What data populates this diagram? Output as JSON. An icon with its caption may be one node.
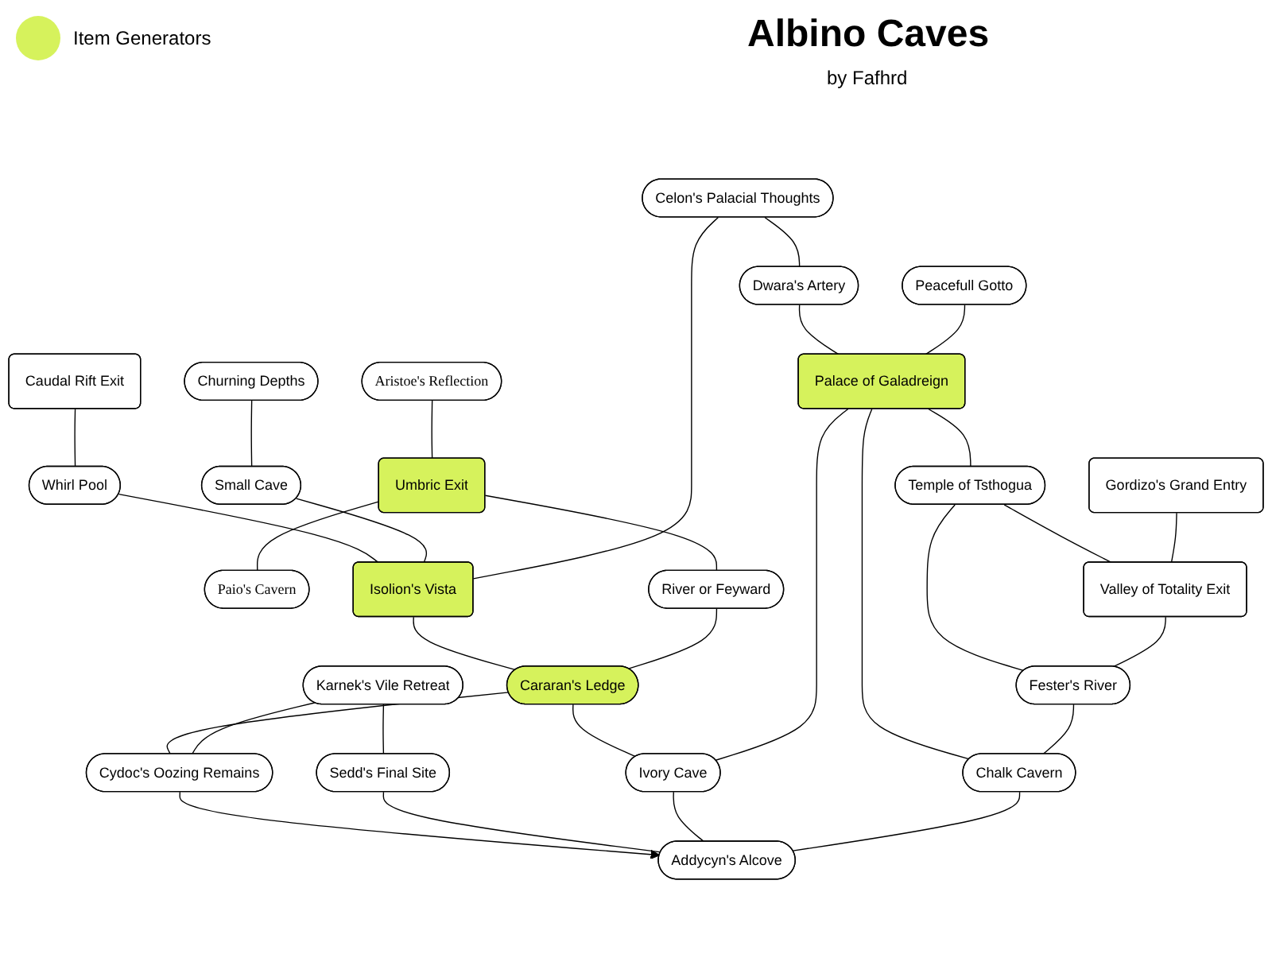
{
  "diagram": {
    "title": "Albino Caves",
    "nodes": [
      {
        "text": [
          "Caudal Rift Exit"
        ]
      },
      {
        "text": [
          "Churning Depths"
        ]
      },
      {
        "text": [
          "Whirl Pool"
        ]
      },
      {
        "text": [
          "Small Cave"
        ]
      },
      {
        "text": [
          "Aristoe's Reflection"
        ]
      },
      {
        "text": [
          "Umbric Exit"
        ]
      },
      {
        "text": [
          "Paio's Cavern"
        ]
      },
      {
        "text": [
          "Celon's Palacial Thoughts"
        ]
      },
      {
        "text": [
          "Isolion's Vista"
        ]
      },
      {
        "text": [
          "River or Feyward"
        ]
      },
      {
        "text": [
          "Karnek's Vile Retreat"
        ]
      },
      {
        "text": [
          "Cararan's Ledge"
        ]
      },
      {
        "text": [
          "Peacefull Gotto"
        ]
      },
      {
        "text": [
          "Dwara's Artery"
        ]
      },
      {
        "text": [
          "Cydoc's Oozing Remains"
        ]
      },
      {
        "text": [
          "Sedd's Final Site"
        ]
      },
      {
        "text": [
          "Palace of Galadreign"
        ]
      },
      {
        "text": [
          "Ivory Cave"
        ]
      },
      {
        "text": [
          "Temple of Tsthogua"
        ]
      },
      {
        "text": [
          "Addycyn's Alcove"
        ]
      },
      {
        "text": [
          "Chalk Cavern"
        ]
      },
      {
        "text": [
          "Gordizo's Grand Entry"
        ]
      },
      {
        "text": [
          "Valley of Totality Exit"
        ]
      },
      {
        "text": [
          "Fester's River"
        ]
      }
    ],
    "edges": [
      {
        "from": 0,
        "to": 2,
        "arrow": "none"
      },
      {
        "from": 1,
        "to": 3,
        "arrow": "none"
      },
      {
        "from": 2,
        "to": 8,
        "arrow": "none"
      },
      {
        "from": 3,
        "to": 8,
        "arrow": "none"
      },
      {
        "from": 4,
        "to": 5,
        "arrow": "none"
      },
      {
        "from": 5,
        "to": 6,
        "arrow": "none"
      },
      {
        "from": 5,
        "to": 9,
        "arrow": "none"
      },
      {
        "from": 7,
        "to": 8,
        "arrow": "none"
      },
      {
        "from": 8,
        "to": 11,
        "arrow": "none"
      },
      {
        "from": 9,
        "to": 11,
        "arrow": "none"
      },
      {
        "from": 7,
        "to": 13,
        "arrow": "none"
      },
      {
        "from": 11,
        "to": 14,
        "arrow": "none"
      },
      {
        "from": 11,
        "to": 17,
        "arrow": "none"
      },
      {
        "from": 10,
        "to": 14,
        "arrow": "none"
      },
      {
        "from": 10,
        "to": 15,
        "arrow": "none"
      },
      {
        "from": 14,
        "to": 19,
        "arrow": "to"
      },
      {
        "from": 15,
        "to": 19,
        "arrow": "none"
      },
      {
        "from": 13,
        "to": 16,
        "arrow": "none"
      },
      {
        "from": 12,
        "to": 16,
        "arrow": "none"
      },
      {
        "from": 16,
        "to": 17,
        "arrow": "none"
      },
      {
        "from": 17,
        "to": 19,
        "arrow": "none"
      },
      {
        "from": 16,
        "to": 18,
        "arrow": "none"
      },
      {
        "from": 16,
        "to": 20,
        "arrow": "none"
      },
      {
        "from": 18,
        "to": 22,
        "arrow": "none"
      },
      {
        "from": 18,
        "to": 23,
        "arrow": "none"
      },
      {
        "from": 21,
        "to": 22,
        "arrow": "none"
      },
      {
        "from": 22,
        "to": 23,
        "arrow": "none"
      },
      {
        "from": 23,
        "to": 20,
        "arrow": "none"
      },
      {
        "from": 20,
        "to": 19,
        "arrow": "none"
      }
    ],
    "labels": [
      "by Fafhrd"
    ],
    "legend": [
      {
        "text": "Item Generators",
        "color": "#d6f25c"
      }
    ]
  }
}
